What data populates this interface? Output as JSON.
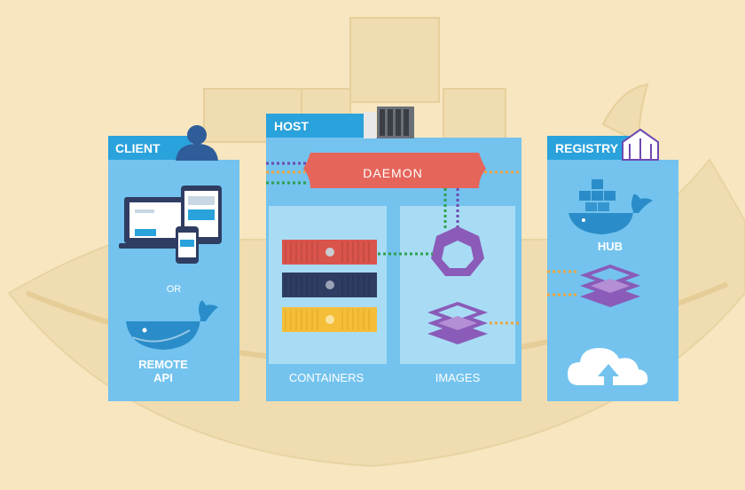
{
  "colors": {
    "background": "#f7e6bf",
    "panel": "#73c3ee",
    "panel_inner": "#a8dcf5",
    "label_bar": "#2aa2dc",
    "daemon": "#e5655a",
    "container_red": "#d9544b",
    "container_navy": "#2f3d63",
    "container_yellow": "#f4be39",
    "image_purple": "#8a5bb8",
    "whale": "#2a8dc9",
    "dot_orange": "#f0a33a",
    "dot_green": "#2e9f4a",
    "dot_purple": "#6e49b0"
  },
  "client": {
    "label": "CLIENT",
    "or_text": "OR",
    "remote_line1": "REMOTE",
    "remote_line2": "API"
  },
  "host": {
    "label": "HOST",
    "daemon_label": "DAEMON",
    "containers_label": "CONTAINERS",
    "images_label": "IMAGES"
  },
  "registry": {
    "label": "REGISTRY",
    "hub_label": "HUB"
  },
  "icons": [
    "user-icon",
    "devices-icon",
    "whale-icon",
    "server-rack-icon",
    "container-icon",
    "image-icon",
    "image-stack-icon",
    "docker-hub-icon",
    "cloud-upload-icon",
    "private-registry-icon"
  ]
}
